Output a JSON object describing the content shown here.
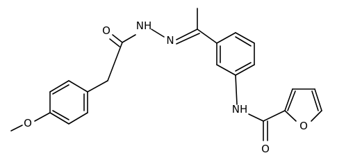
{
  "structure": {
    "atom_labels": {
      "o_carbonyl_hydrazide": "O",
      "nh_hydrazide": "NH",
      "n_imine": "N",
      "o_methoxy": "O",
      "nh_amide": "NH",
      "o_furan": "O",
      "o_carbonyl_amide": "O"
    }
  },
  "colors": {
    "bond": "#000000",
    "label": "#000000",
    "background": "#ffffff"
  }
}
